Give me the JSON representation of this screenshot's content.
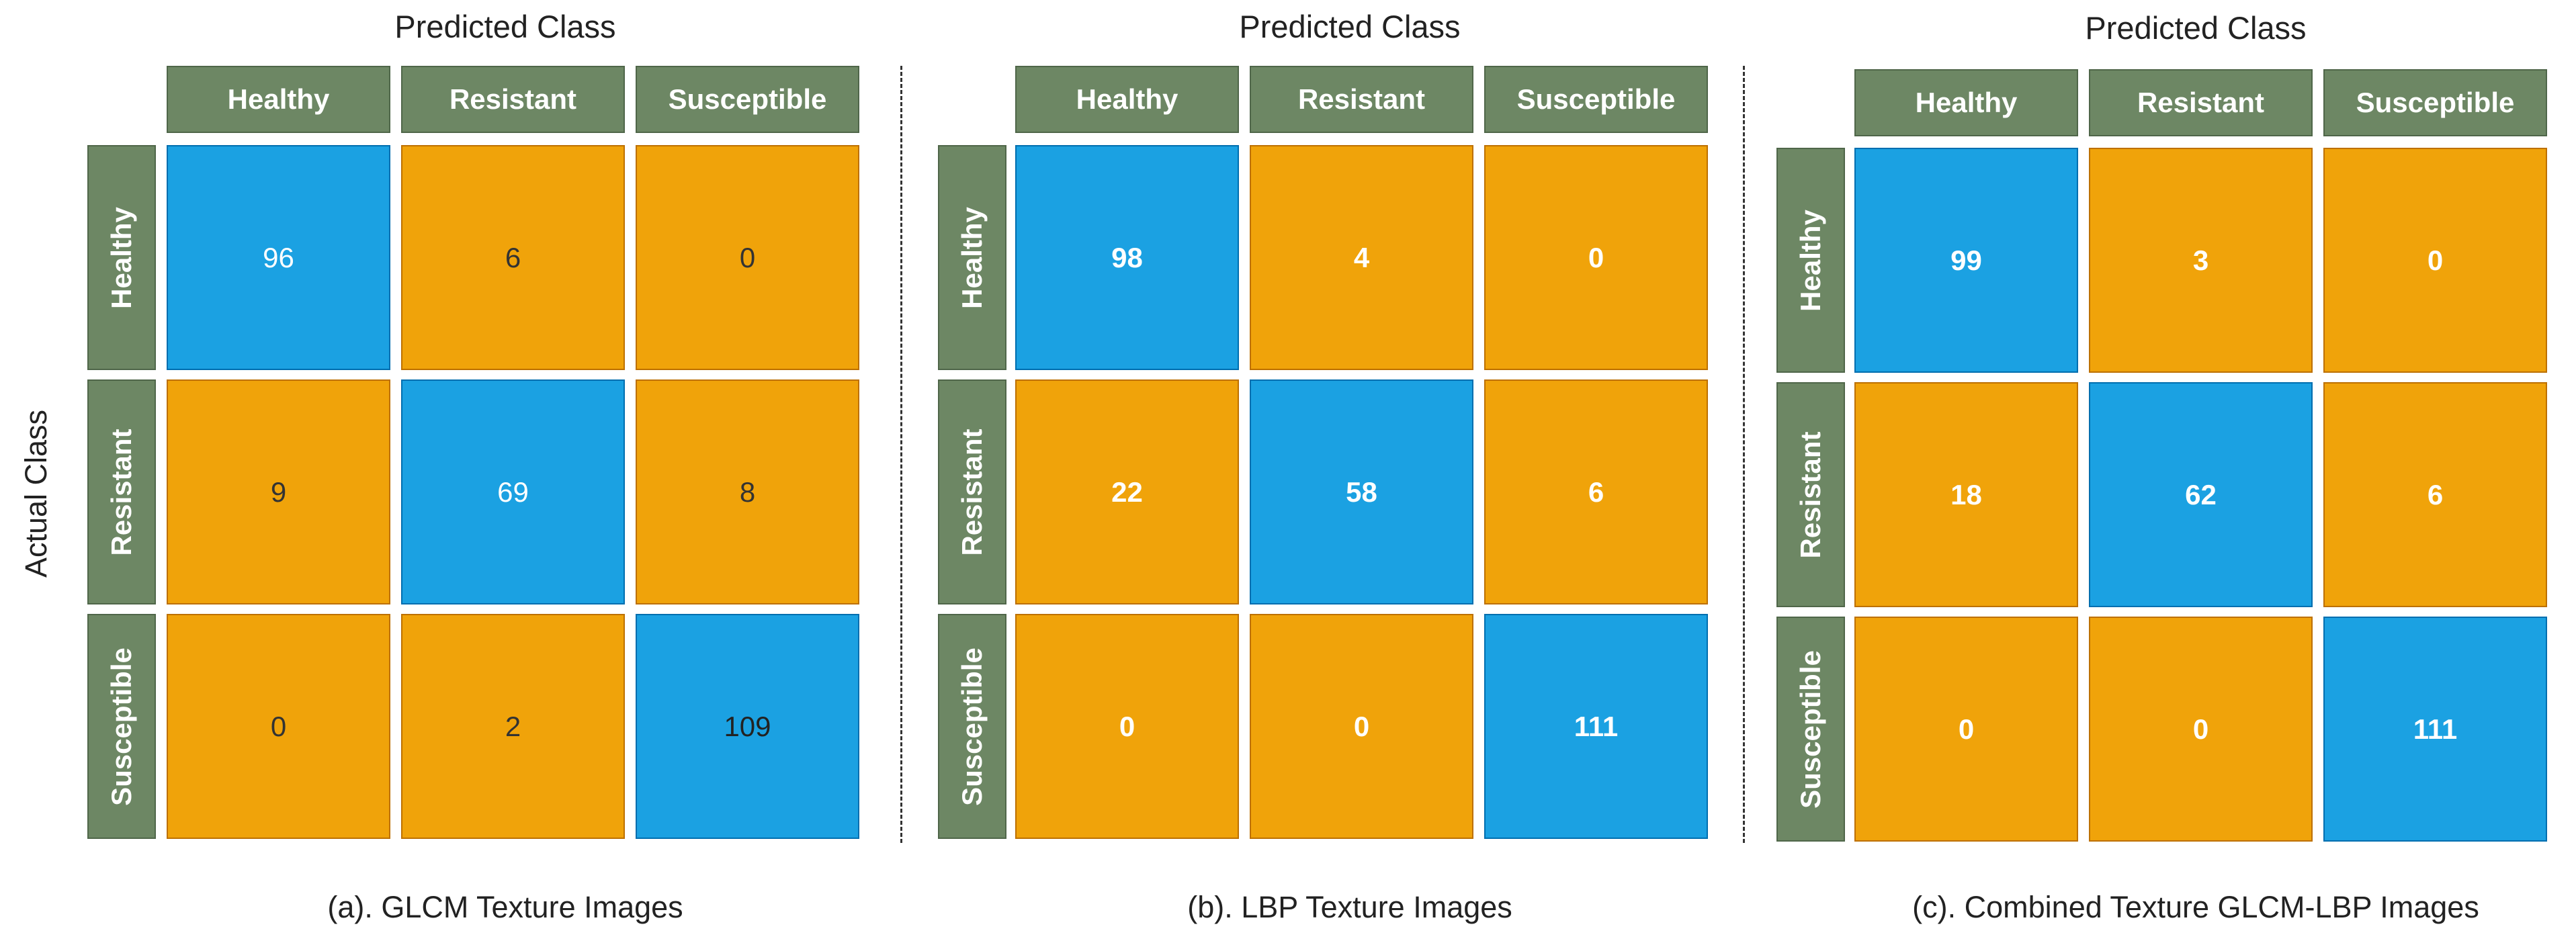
{
  "chart_data": [
    {
      "type": "heatmap",
      "title": "Predicted Class",
      "ylabel": "Actual Class",
      "caption": "(a). GLCM Texture Images",
      "columns": [
        "Healthy",
        "Resistant",
        "Susceptible"
      ],
      "rows": [
        "Healthy",
        "Resistant",
        "Susceptible"
      ],
      "values": [
        [
          96,
          6,
          0
        ],
        [
          9,
          69,
          8
        ],
        [
          0,
          2,
          109
        ]
      ]
    },
    {
      "type": "heatmap",
      "title": "Predicted Class",
      "caption": "(b). LBP Texture Images",
      "columns": [
        "Healthy",
        "Resistant",
        "Susceptible"
      ],
      "rows": [
        "Healthy",
        "Resistant",
        "Susceptible"
      ],
      "values": [
        [
          98,
          4,
          0
        ],
        [
          22,
          58,
          6
        ],
        [
          0,
          0,
          111
        ]
      ]
    },
    {
      "type": "heatmap",
      "title": "Predicted Class",
      "caption": "(c). Combined Texture GLCM-LBP Images",
      "columns": [
        "Healthy",
        "Resistant",
        "Susceptible"
      ],
      "rows": [
        "Healthy",
        "Resistant",
        "Susceptible"
      ],
      "values": [
        [
          99,
          3,
          0
        ],
        [
          18,
          62,
          6
        ],
        [
          0,
          0,
          111
        ]
      ]
    }
  ],
  "colors": {
    "header_fill": "#6d8764",
    "correct_fill": "#1ba1e2",
    "error_fill": "#f0a30a"
  }
}
